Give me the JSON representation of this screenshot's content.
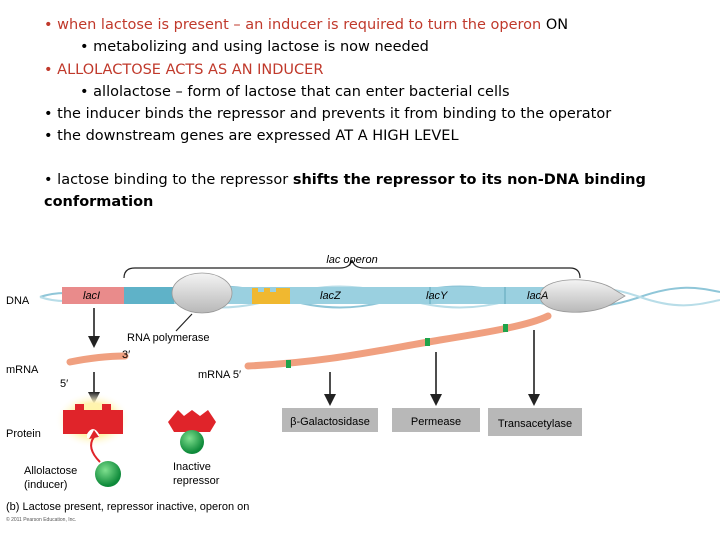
{
  "slide": {
    "b1_part1": "• when lactose is present – an inducer is required to turn the operon ",
    "b1_on": "ON",
    "b2": "• metabolizing and using lactose is now needed",
    "b3": "• ALLOLACTOSE ACTS AS AN INDUCER",
    "b4": "• allolactose – form of lactose that can enter bacterial cells",
    "b5": "• the inducer binds the repressor and prevents it from binding to the operator",
    "b6": "• the downstream genes are expressed AT A HIGH LEVEL",
    "b7_part1": "• lactose binding to the repressor ",
    "b7_bold": "shifts the repressor to its non-DNA binding",
    "b7_line2": "conformation"
  },
  "diagram": {
    "operon_label": "lac operon",
    "dna_label": "DNA",
    "gene_laci": "lacI",
    "gene_lacz": "lacZ",
    "gene_lacy": "lacY",
    "gene_laca": "lacA",
    "rna_polymerase": "RNA polymerase",
    "three_prime": "3′",
    "five_prime_left": "5′",
    "mrna_label": "mRNA",
    "mrna_five": "mRNA 5′",
    "protein_label": "Protein",
    "allolactose_line1": "Allolactose",
    "allolactose_line2": "(inducer)",
    "inactive_line1": "Inactive",
    "inactive_line2": "repressor",
    "beta_gal": "β-Galactosidase",
    "permease": "Permease",
    "transacetylase": "Transacetylase",
    "caption": "(b) Lactose present, repressor inactive, operon on",
    "copyright": "© 2011 Pearson Education, Inc."
  },
  "colors": {
    "title_red": "#c0392b",
    "dna_blue": "#9ad0e0",
    "lacI_pink": "#e98b8b",
    "repressor_red": "#e0242a",
    "mrna_salmon": "#f0a080",
    "allolactose_green": "#1fa34a",
    "operator_yellow": "#f0b830",
    "protein_gray": "#b8b8b8"
  }
}
